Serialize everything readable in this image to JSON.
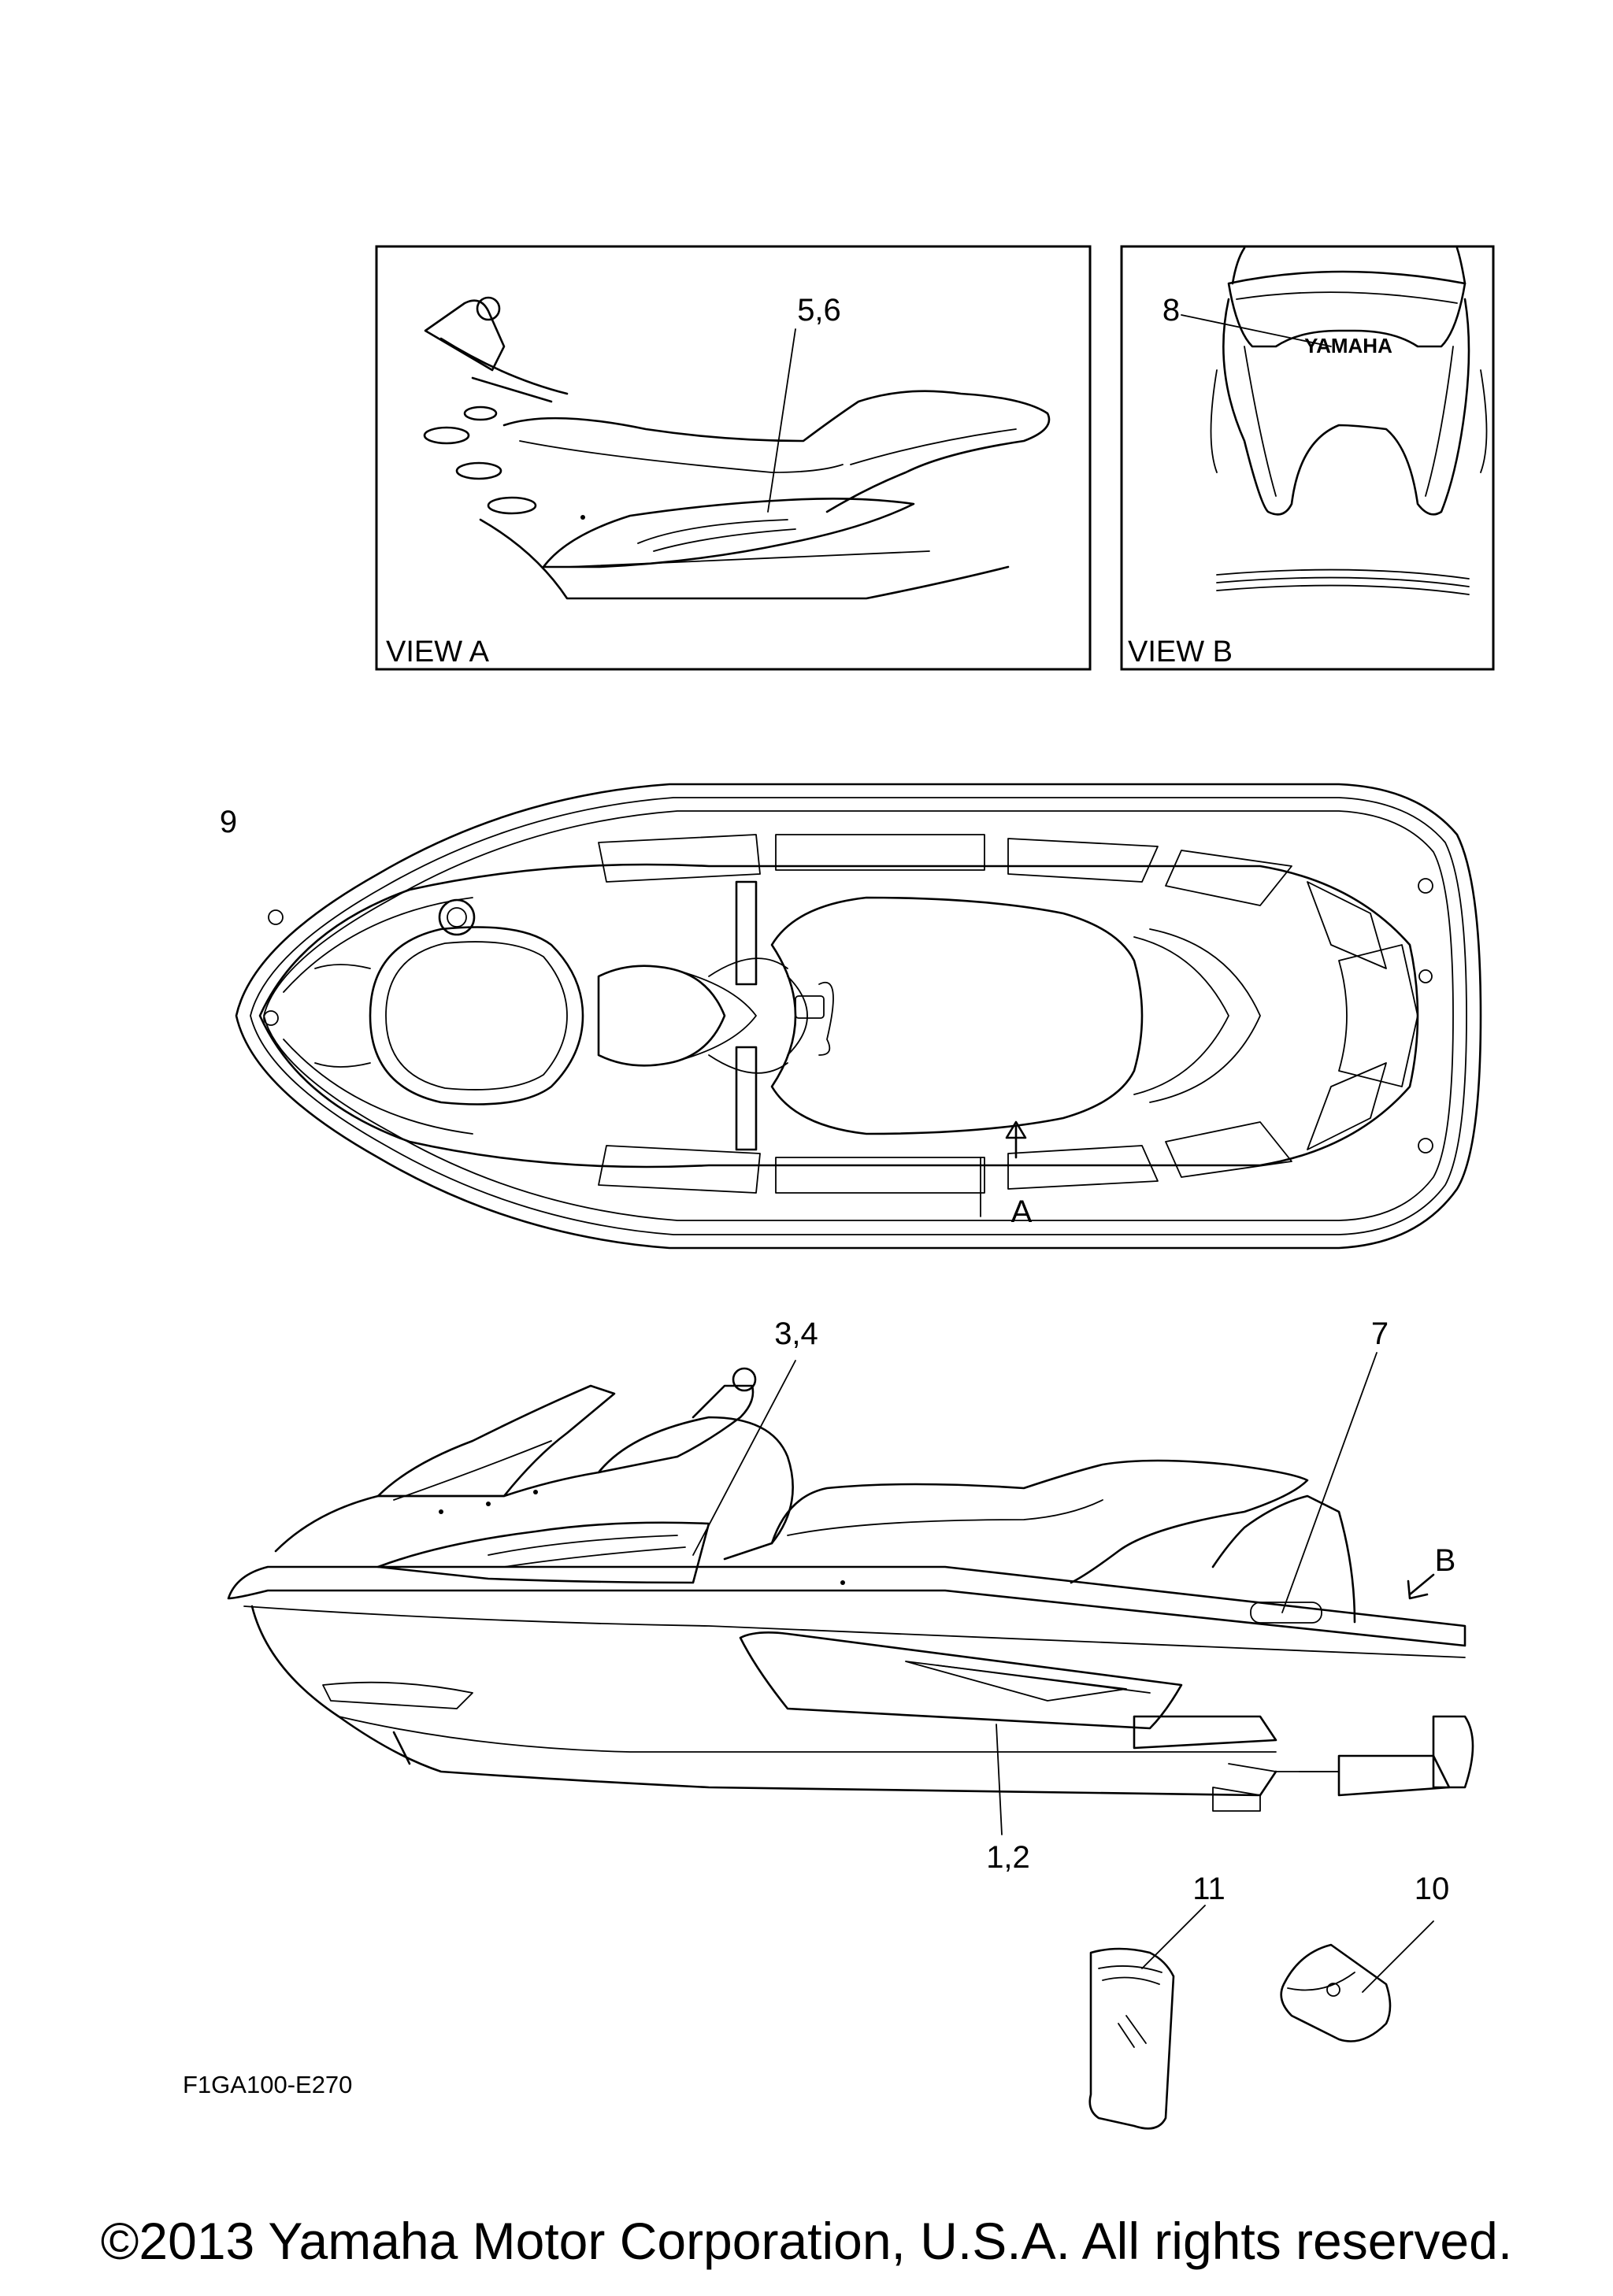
{
  "views": {
    "view_a": "VIEW A",
    "view_b": "VIEW B"
  },
  "callouts": {
    "c_5_6": "5,6",
    "c_8": "8",
    "c_9": "9",
    "c_arrow_a": "A",
    "c_3_4": "3,4",
    "c_7": "7",
    "c_b": "B",
    "c_1_2": "1,2",
    "c_11": "11",
    "c_10": "10"
  },
  "decal_text": {
    "yamaha": "YAMAHA"
  },
  "diagram_code": "F1GA100-E270",
  "copyright": "©2013 Yamaha Motor Corporation, U.S.A. All rights reserved."
}
